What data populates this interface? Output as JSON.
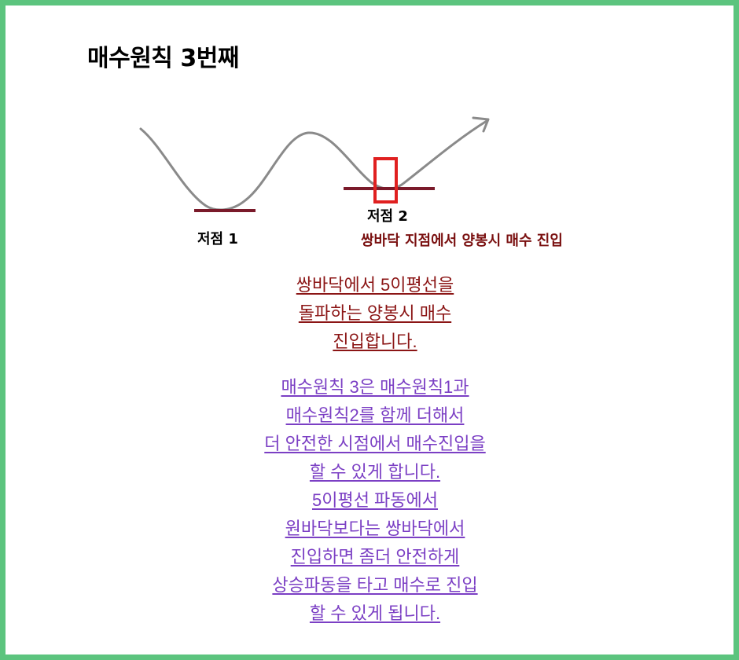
{
  "title": "매수원칙 3번째",
  "diagram": {
    "low1_label": "저점 1",
    "low2_label": "저점 2",
    "entry_label": "쌍바닥 지점에서 양봉시 매수 진입",
    "colors": {
      "curve": "#8a8a8a",
      "support_line": "#7a1a2a",
      "candle": "#e02020",
      "entry_text": "#7a1010"
    }
  },
  "paragraph1": {
    "color": "#8b1515",
    "lines": [
      "쌍바닥에서 5이평선을",
      "돌파하는 양봉시 매수",
      "진입합니다."
    ]
  },
  "paragraph2": {
    "color": "#7b3fc4",
    "lines": [
      "매수원칙 3은 매수원칙1과",
      "매수원칙2를 함께 더해서",
      "더 안전한 시점에서 매수진입을",
      "할 수 있게 합니다.",
      "5이평선 파동에서",
      "원바닥보다는 쌍바닥에서",
      "진입하면 좀더 안전하게",
      "상승파동을 타고 매수로 진입",
      "할 수 있게 됩니다."
    ]
  }
}
